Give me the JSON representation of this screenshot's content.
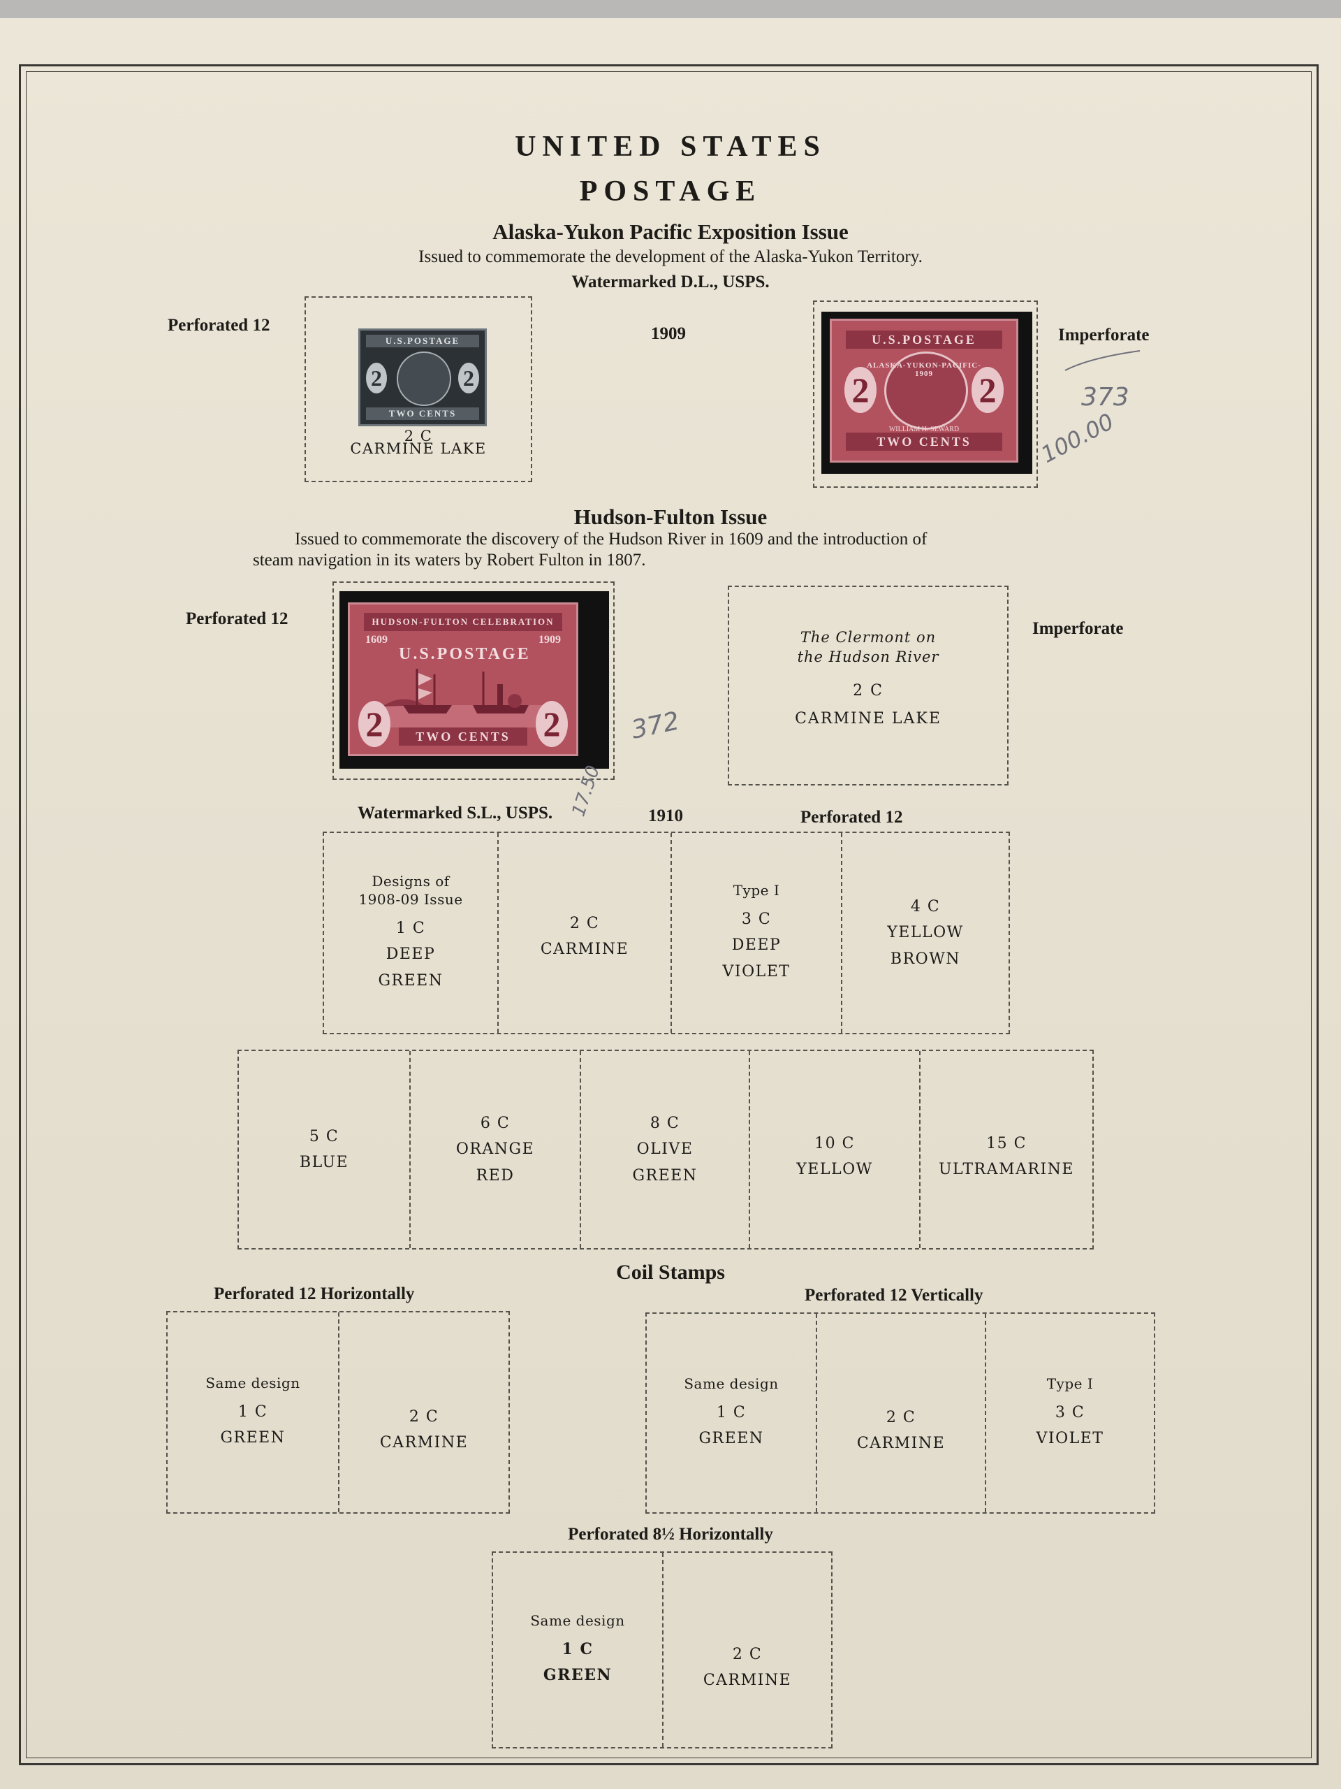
{
  "header": {
    "title": "UNITED STATES",
    "subtitle": "POSTAGE"
  },
  "alaska": {
    "heading": "Alaska-Yukon Pacific Exposition Issue",
    "description": "Issued to commemorate the development of the Alaska-Yukon Territory.",
    "watermark": "Watermarked D.L., USPS.",
    "year": "1909",
    "left_label": "Perforated 12",
    "right_label": "Imperforate",
    "perf_denom": "2 C",
    "perf_color": "CARMINE LAKE",
    "stamp_top_text": "U.S.POSTAGE",
    "stamp_bottom_text": "TWO CENTS",
    "stamp_value": "2",
    "stamp_banner": "ALASKA-YUKON-PACIFIC-1909",
    "stamp_caption": "WILLIAM H. SEWARD",
    "hand_number": "373",
    "hand_price": "100.00"
  },
  "hudson": {
    "heading": "Hudson-Fulton Issue",
    "description_line1": "Issued to commemorate the discovery of the Hudson River in 1609 and the introduction of",
    "description_line2": "steam navigation in its waters by Robert Fulton in 1807.",
    "left_label": "Perforated 12",
    "right_label": "Imperforate",
    "imperf_note_line1": "The Clermont on",
    "imperf_note_line2": "the Hudson River",
    "imperf_denom": "2 C",
    "imperf_color": "CARMINE LAKE",
    "stamp_banner": "HUDSON-FULTON CELEBRATION",
    "stamp_year_left": "1609",
    "stamp_year_right": "1909",
    "stamp_top_text": "U.S.POSTAGE",
    "stamp_bottom_text": "TWO CENTS",
    "stamp_value": "2",
    "hand_number": "372"
  },
  "issue1910": {
    "watermark": "Watermarked S.L., USPS.",
    "year": "1910",
    "perf": "Perforated 12",
    "hand_price": "17.50",
    "row1": [
      {
        "note_line1": "Designs of",
        "note_line2": "1908-09 Issue",
        "denom": "1 C",
        "color_line1": "DEEP",
        "color_line2": "GREEN"
      },
      {
        "denom": "2 C",
        "color_line1": "CARMINE"
      },
      {
        "note_line1": "Type I",
        "denom": "3 C",
        "color_line1": "DEEP",
        "color_line2": "VIOLET"
      },
      {
        "denom": "4 C",
        "color_line1": "YELLOW",
        "color_line2": "BROWN"
      }
    ],
    "row2": [
      {
        "denom": "5 C",
        "color_line1": "BLUE"
      },
      {
        "denom": "6 C",
        "color_line1": "ORANGE",
        "color_line2": "RED"
      },
      {
        "denom": "8 C",
        "color_line1": "OLIVE",
        "color_line2": "GREEN"
      },
      {
        "denom": "10 C",
        "color_line1": "YELLOW"
      },
      {
        "denom": "15 C",
        "color_line1": "ULTRAMARINE"
      }
    ]
  },
  "coils": {
    "heading": "Coil Stamps",
    "horizontal": {
      "label": "Perforated 12 Horizontally",
      "cells": [
        {
          "note": "Same design",
          "denom": "1 C",
          "color": "GREEN"
        },
        {
          "denom": "2 C",
          "color": "CARMINE"
        }
      ]
    },
    "vertical": {
      "label": "Perforated 12 Vertically",
      "cells": [
        {
          "note": "Same design",
          "denom": "1 C",
          "color": "GREEN"
        },
        {
          "denom": "2 C",
          "color": "CARMINE"
        },
        {
          "note": "Type I",
          "denom": "3 C",
          "color": "VIOLET"
        }
      ]
    },
    "horizontal85": {
      "label": "Perforated 8½ Horizontally",
      "cells": [
        {
          "note": "Same design",
          "denom": "1 C",
          "color": "GREEN"
        },
        {
          "denom": "2 C",
          "color": "CARMINE"
        }
      ]
    }
  }
}
